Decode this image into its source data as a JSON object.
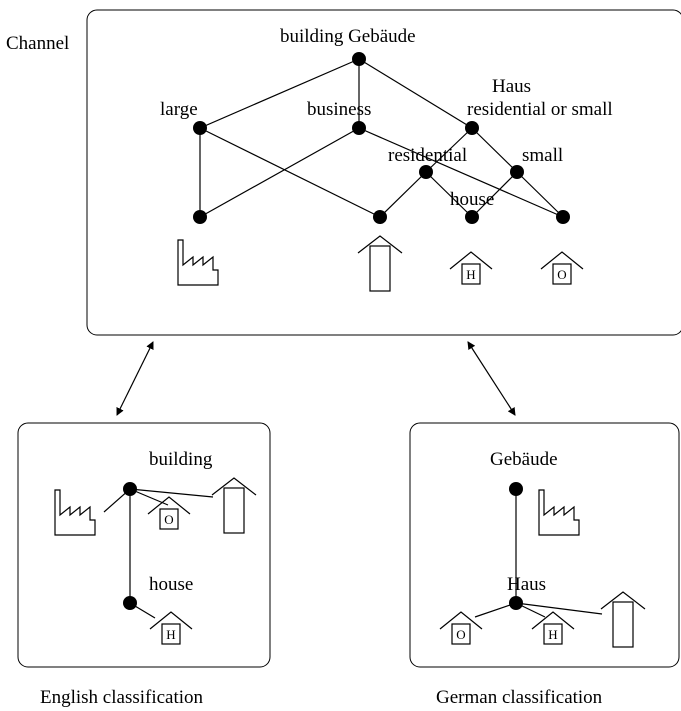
{
  "channel": {
    "title": "Channel",
    "labels": {
      "building_gebaude": "building  Gebäude",
      "large": "large",
      "business": "business",
      "haus": "Haus",
      "residential_or_small": "residential or small",
      "residential": "residential",
      "small": "small",
      "house": "house"
    },
    "icons": {
      "house_letter": "H",
      "other_letter": "O"
    }
  },
  "english": {
    "caption": "English classification",
    "labels": {
      "building": "building",
      "house": "house"
    },
    "icons": {
      "other_letter": "O",
      "house_letter": "H"
    }
  },
  "german": {
    "caption": "German classification",
    "labels": {
      "gebaude": "Gebäude",
      "haus": "Haus"
    },
    "icons": {
      "other_letter": "O",
      "house_letter": "H"
    }
  }
}
